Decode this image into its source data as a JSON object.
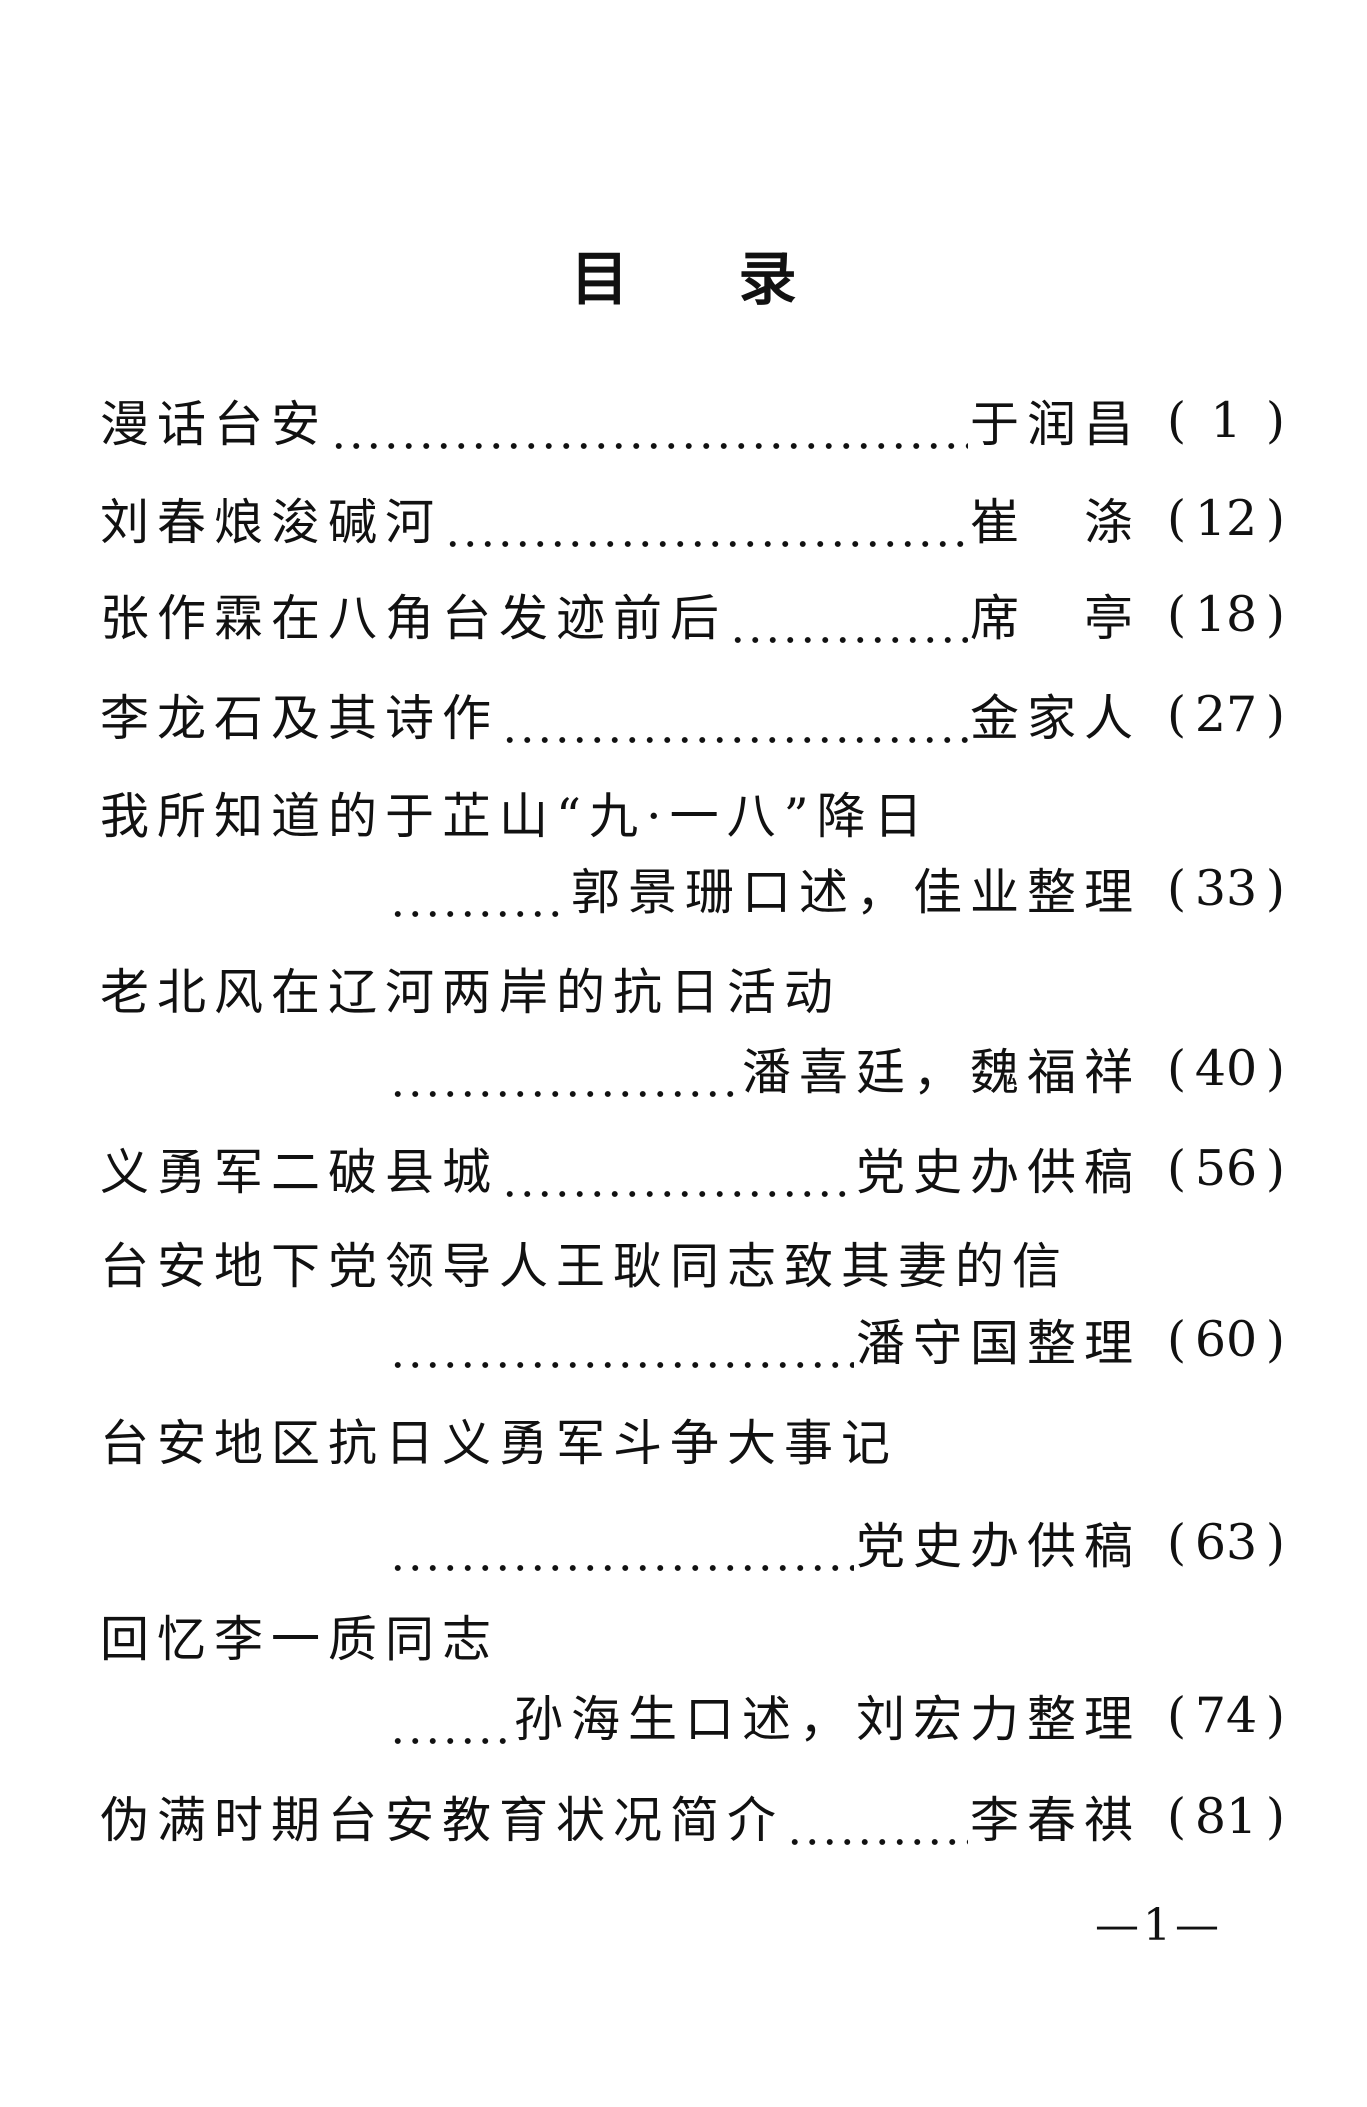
{
  "title": "目录",
  "title_chars": [
    "目",
    "录"
  ],
  "entries": [
    {
      "title": "漫话台安",
      "author": "于润昌",
      "page": "1"
    },
    {
      "title": "刘春烺浚碱河",
      "author": "崔　涤",
      "page": "12"
    },
    {
      "title": "张作霖在八角台发迹前后",
      "author": "席　亭",
      "page": "18"
    },
    {
      "title": "李龙石及其诗作",
      "author": "金家人",
      "page": "27"
    },
    {
      "title": "我所知道的于芷山“九·一八”降日",
      "author": "郭景珊口述，佳业整理",
      "page": "33"
    },
    {
      "title": "老北风在辽河两岸的抗日活动",
      "author": "潘喜廷，魏福祥",
      "page": "40"
    },
    {
      "title": "义勇军二破县城",
      "author": "党史办供稿",
      "page": "56"
    },
    {
      "title": "台安地下党领导人王耿同志致其妻的信",
      "author": "潘守国整理",
      "page": "60"
    },
    {
      "title": "台安地区抗日义勇军斗争大事记",
      "author": "党史办供稿",
      "page": "63"
    },
    {
      "title": "回忆李一质同志",
      "author": "孙海生口述，刘宏力整理",
      "page": "74"
    },
    {
      "title": "伪满时期台安教育状况简介",
      "author": "李春祺",
      "page": "81"
    }
  ],
  "page_number": "—1—"
}
